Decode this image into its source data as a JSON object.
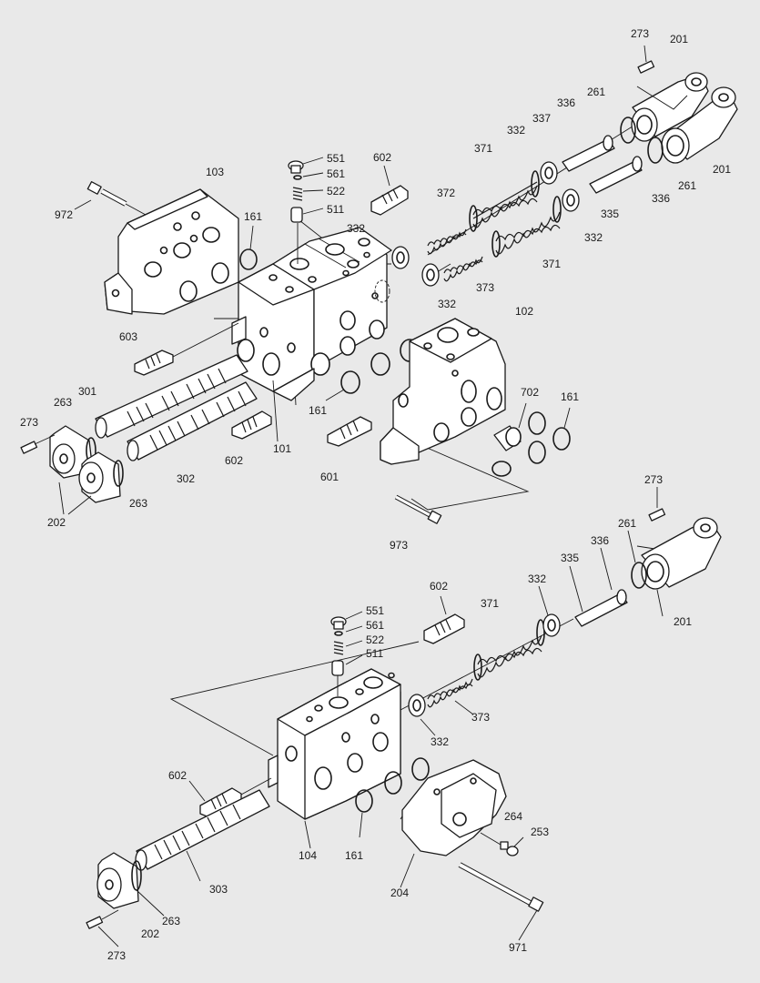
{
  "labels": {
    "upper_assembly": {
      "p273_a": "273",
      "p201_a": "201",
      "p261_a": "261",
      "p336_a": "336",
      "p337": "337",
      "p332_a": "332",
      "p371_a": "371",
      "p602_a": "602",
      "p551_a": "551",
      "p561_a": "561",
      "p522_a": "522",
      "p511_a": "511",
      "p103": "103",
      "p972": "972",
      "p161_a": "161",
      "p372": "372",
      "p332_b": "332",
      "p332_c": "332",
      "p373_a": "373",
      "p371_b": "371",
      "p332_d": "332",
      "p335_a": "335",
      "p336_b": "336",
      "p261_b": "261",
      "p201_b": "201",
      "p102": "102",
      "p603": "603",
      "p301": "301",
      "p263_a": "263",
      "p273_b": "273",
      "p161_b": "161",
      "p702": "702",
      "p161_c": "161",
      "p101": "101",
      "p602_b": "602",
      "p601": "601",
      "p302": "302",
      "p263_b": "263",
      "p202_a": "202",
      "p973": "973"
    },
    "lower_assembly": {
      "p273_c": "273",
      "p261_c": "261",
      "p336_c": "336",
      "p335_b": "335",
      "p332_e": "332",
      "p201_c": "201",
      "p602_c": "602",
      "p371_c": "371",
      "p551_b": "551",
      "p561_b": "561",
      "p522_b": "522",
      "p511_b": "511",
      "p373_b": "373",
      "p332_f": "332",
      "p602_d": "602",
      "p264": "264",
      "p253": "253",
      "p104": "104",
      "p161_d": "161",
      "p303": "303",
      "p263_c": "263",
      "p202_b": "202",
      "p204": "204",
      "p273_d": "273",
      "p971": "971"
    }
  },
  "colors": {
    "background": "#e9e9e9",
    "line": "#1a1a1a",
    "part_fill": "#ffffff"
  }
}
